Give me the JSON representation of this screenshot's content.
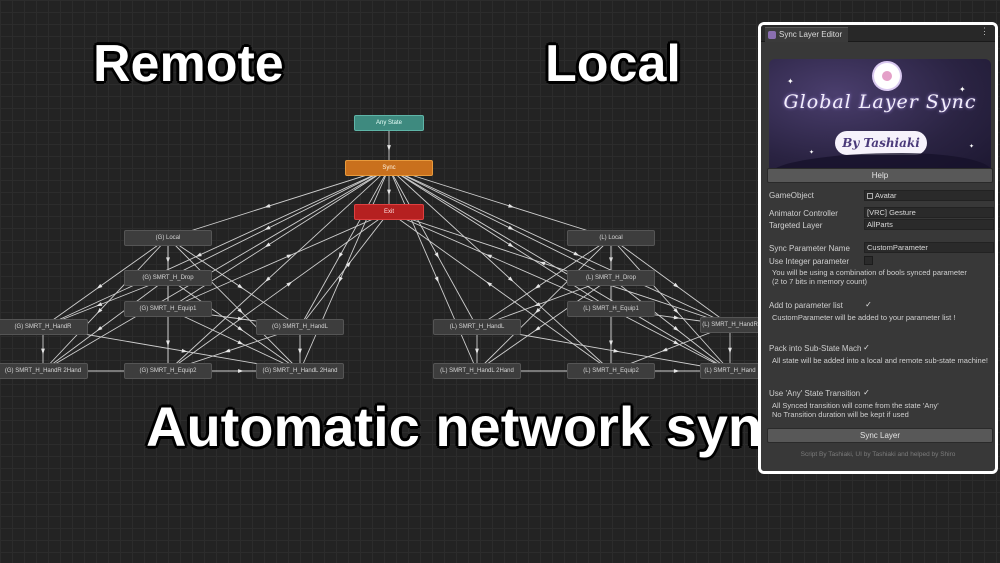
{
  "overlay": {
    "remote": "Remote",
    "local": "Local",
    "headline": "Automatic network sync"
  },
  "graph": {
    "states": {
      "any_state": "Any State",
      "sync": "Sync",
      "exit": "Exit",
      "g_local": "(G) Local",
      "g_drop": "(G) SMRT_H_Drop",
      "g_equip1": "(G) SMRT_H_Equip1",
      "g_handr": "(G) SMRT_H_HandR",
      "g_handl": "(G) SMRT_H_HandL",
      "g_handr2": "(G) SMRT_H_HandR 2Hand",
      "g_equip2": "(G) SMRT_H_Equip2",
      "g_handl2": "(G) SMRT_H_HandL 2Hand",
      "l_local": "(L) Local",
      "l_drop": "(L) SMRT_H_Drop",
      "l_equip1": "(L) SMRT_H_Equip1",
      "l_handl": "(L) SMRT_H_HandL",
      "l_handr": "(L) SMRT_H_HandR",
      "l_handl2": "(L) SMRT_H_HandL 2Hand",
      "l_equip2": "(L) SMRT_H_Equip2",
      "l_handr2": "(L) SMRT_H_Hand"
    }
  },
  "panel": {
    "tab_title": "Sync Layer Editor",
    "tab_menu": "⋮",
    "banner_title": "Global Layer Sync",
    "banner_sub": "By Tashiaki",
    "help_button": "Help",
    "gameobject_label": "GameObject",
    "gameobject_value": "Avatar",
    "animator_label": "Animator Controller",
    "animator_value": "[VRC] Gesture",
    "targeted_label": "Targeted Layer",
    "targeted_value": "AllParts",
    "sync_param_label": "Sync Parameter Name",
    "sync_param_value": "CustomParameter",
    "use_integer_label": "Use Integer parameter",
    "use_integer_checked": false,
    "integer_help_1": "You will be using a combination of bools synced parameter",
    "integer_help_2": "(2 to 7 bits in memory count)",
    "add_param_label": "Add to parameter list",
    "add_param_mark": "✓",
    "add_param_help": "CustomParameter will be added to your parameter list !",
    "pack_label": "Pack into Sub-State Mach",
    "pack_mark": "✓",
    "pack_help": "All state will be added into a local and remote sub-state machine!",
    "any_state_label": "Use 'Any' State Transition",
    "any_state_mark": "✓",
    "any_state_help_1": "All Synced transition will come from the state 'Any'",
    "any_state_help_2": "No Transition duration will be kept if used",
    "sync_button": "Sync Layer",
    "footer": "Script By Tashiaki, UI by Tashiaki and helped by Shiro"
  },
  "colors": {
    "any_state": "#3e8a7f",
    "entry": "#c9701d",
    "exit": "#b52020",
    "panel_bg": "#383838",
    "canvas_bg": "#232323"
  }
}
